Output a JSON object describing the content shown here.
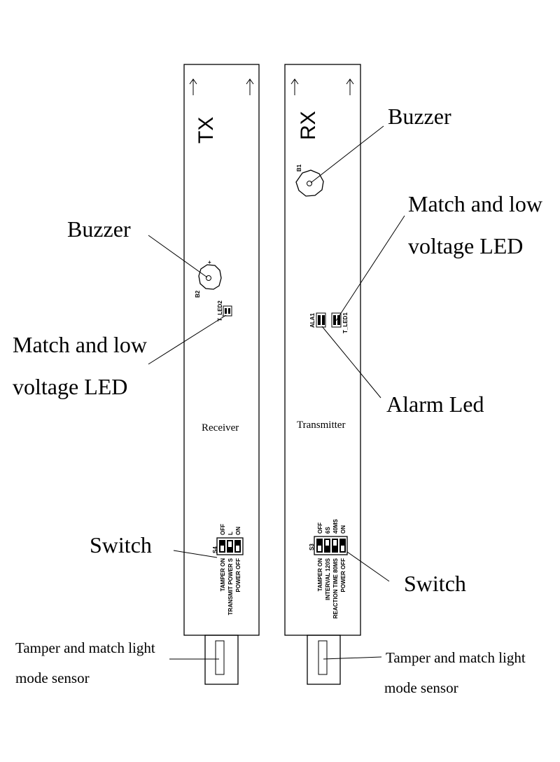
{
  "tx_board": {
    "title": "TX",
    "buzzer_ref": "B2",
    "buzzer_polarity": "+",
    "led_ref": "T_LED2",
    "name": "Receiver",
    "switch_ref": "S4",
    "switch_top_labels": [
      "OFF",
      "L",
      "ON"
    ],
    "switch_bottom_labels": [
      "TAMPER ON",
      "TRANSMIT POWER S",
      "POWER OFF"
    ]
  },
  "rx_board": {
    "title": "RX",
    "buzzer_ref": "B1",
    "alarm_led_ref": "ALA1",
    "led_ref": "T_LED1",
    "name": "Transmitter",
    "switch_ref": "S3",
    "switch_top_labels": [
      "OFF",
      "6S",
      "40MS",
      "ON"
    ],
    "switch_bottom_labels": [
      "TAMPER ON",
      "INTERVAL 120S",
      "REACTION TIME 80MS",
      "POWER OFF"
    ]
  },
  "callouts": {
    "tx_buzzer": "Buzzer",
    "tx_led_line1": "Match and low",
    "tx_led_line2": "voltage LED",
    "tx_switch": "Switch",
    "tx_sensor_line1": "Tamper and match light",
    "tx_sensor_line2": "mode sensor",
    "rx_buzzer": "Buzzer",
    "rx_led_line1": "Match and low",
    "rx_led_line2": "voltage LED",
    "rx_alarm": "Alarm Led",
    "rx_switch": "Switch",
    "rx_sensor_line1": "Tamper and match light",
    "rx_sensor_line2": "mode sensor"
  },
  "icons": {
    "arrow": "arrow-up-icon",
    "buzzer": "buzzer-icon",
    "led": "led-icon",
    "switch": "dip-switch-icon",
    "sensor": "sensor-icon"
  }
}
